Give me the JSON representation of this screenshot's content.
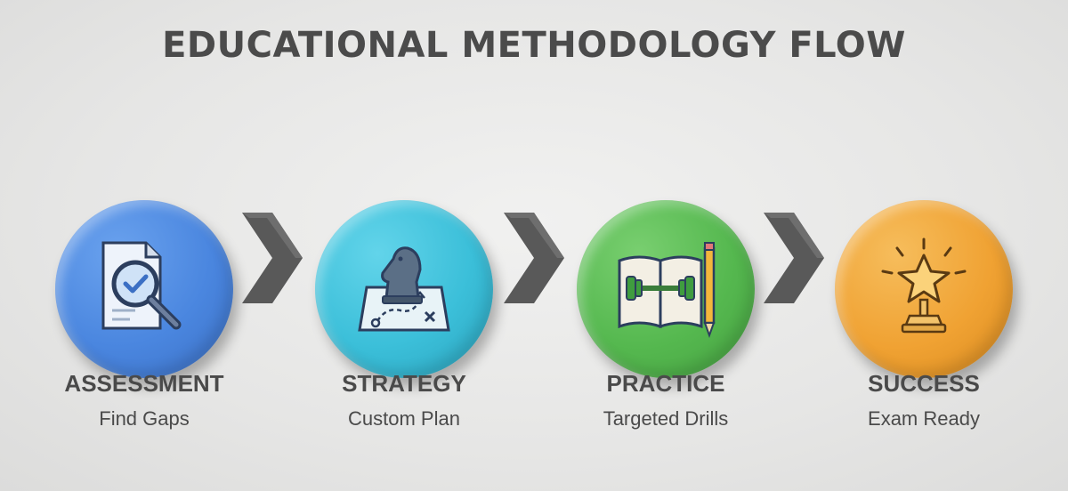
{
  "title": "EDUCATIONAL METHODOLOGY FLOW",
  "steps": [
    {
      "label": "ASSESSMENT",
      "sub": "Find Gaps",
      "color": "#4a86df",
      "icon": "magnifier-document-icon"
    },
    {
      "label": "STRATEGY",
      "sub": "Custom Plan",
      "color": "#3bbfd9",
      "icon": "chess-knight-plan-icon"
    },
    {
      "label": "PRACTICE",
      "sub": "Targeted Drills",
      "color": "#55b84f",
      "icon": "book-dumbbell-pencil-icon"
    },
    {
      "label": "SUCCESS",
      "sub": "Exam Ready",
      "color": "#f0a233",
      "icon": "star-trophy-icon"
    }
  ],
  "arrow_color": "#555555"
}
